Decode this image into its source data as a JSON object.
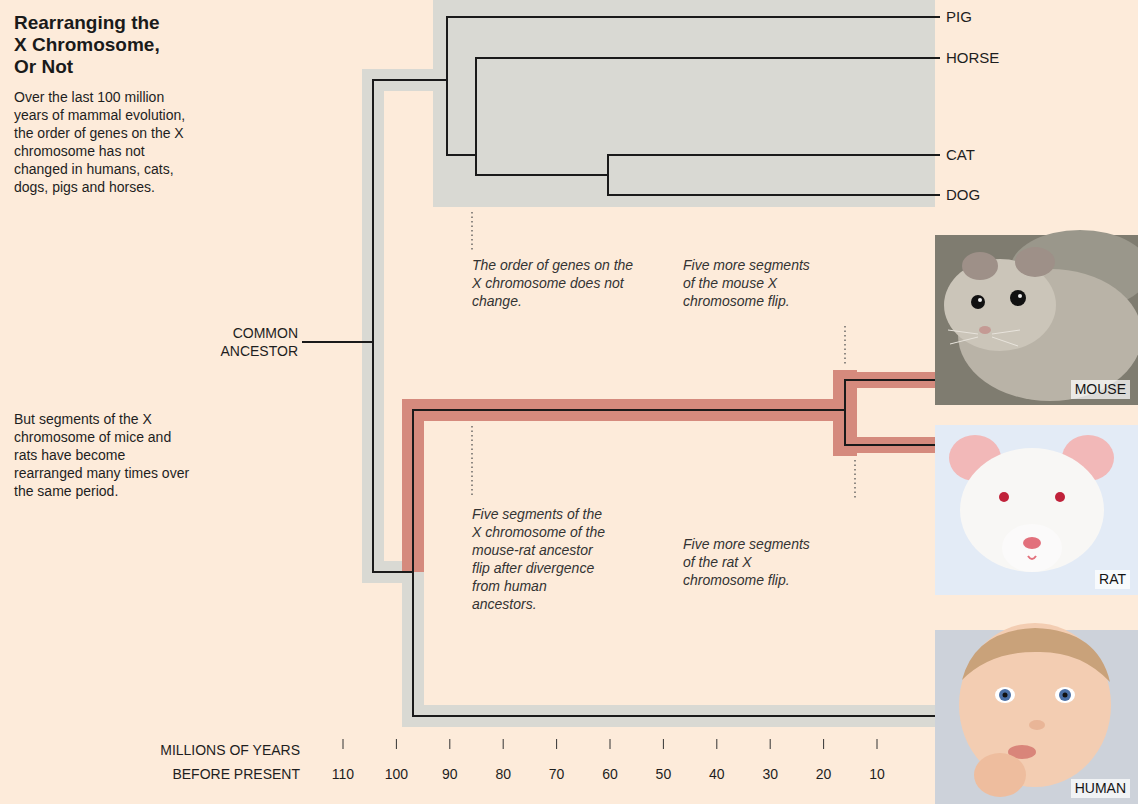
{
  "diagram": {
    "title": "Rearranging the X Chromosome, Or Not",
    "nodes": [
      {
        "text": [
          "COMMON ANCESTOR"
        ]
      },
      {
        "text": [
          "PIG"
        ]
      },
      {
        "text": [
          "HORSE"
        ]
      },
      {
        "text": [
          "CAT"
        ]
      },
      {
        "text": [
          "DOG"
        ]
      },
      {
        "text": [
          "MOUSE"
        ]
      },
      {
        "text": [
          "RAT"
        ]
      },
      {
        "text": [
          "HUMAN"
        ]
      }
    ],
    "edges": [
      {
        "from": 0,
        "to": 1,
        "arrow": "none"
      },
      {
        "from": 0,
        "to": 2,
        "arrow": "none"
      },
      {
        "from": 0,
        "to": 3,
        "arrow": "none"
      },
      {
        "from": 0,
        "to": 4,
        "arrow": "none"
      },
      {
        "from": 0,
        "to": 5,
        "arrow": "none"
      },
      {
        "from": 0,
        "to": 6,
        "arrow": "none"
      },
      {
        "from": 0,
        "to": 7,
        "arrow": "none"
      }
    ],
    "labels": [
      "Over the last 100 million years of mammal evolution, the order of genes on the X chromosome has not changed in humans, cats, dogs, pigs and horses.",
      "But segments of the X chromosome of mice and rats have become rearranged many times over the same period.",
      "The order of genes on the X chromosome does not change.",
      "Five more segments of the mouse X chromosome flip.",
      "Five segments of the X chromosome of the mouse-rat ancestor flip after divergence from human ancestors.",
      "Five more segments of the rat X chromosome flip.",
      "MILLIONS OF YEARS BEFORE PRESENT",
      "110",
      "100",
      "90",
      "80",
      "70",
      "60",
      "50",
      "40",
      "30",
      "20",
      "10"
    ]
  }
}
